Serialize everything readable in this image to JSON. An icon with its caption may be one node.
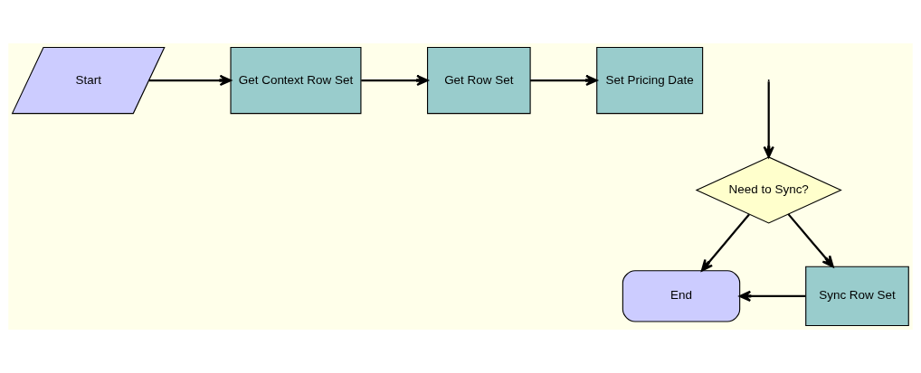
{
  "diagram": {
    "nodes": [
      {
        "text": [
          "Start"
        ]
      },
      {
        "text": [
          "Get Context Row Set"
        ]
      },
      {
        "text": [
          "Get Row Set"
        ]
      },
      {
        "text": [
          "Set Pricing Date"
        ]
      },
      {
        "text": [
          "Need to Sync?"
        ]
      },
      {
        "text": [
          "End"
        ]
      },
      {
        "text": [
          "Sync Row Set"
        ]
      }
    ],
    "edges": [
      {
        "from": 0,
        "to": 1,
        "arrow": "to"
      },
      {
        "from": 1,
        "to": 2,
        "arrow": "to"
      },
      {
        "from": 2,
        "to": 3,
        "arrow": "to"
      },
      {
        "from": null,
        "to": 4,
        "arrow": "to"
      },
      {
        "from": 4,
        "to": 5,
        "arrow": "to"
      },
      {
        "from": 4,
        "to": 6,
        "arrow": "to"
      },
      {
        "from": 6,
        "to": 5,
        "arrow": "to"
      }
    ]
  }
}
